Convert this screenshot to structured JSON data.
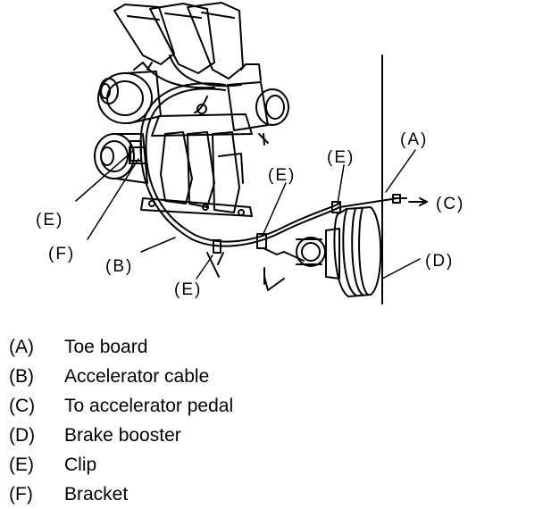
{
  "diagram": {
    "callouts": {
      "A": "(A)",
      "B": "(B)",
      "C": "(C)",
      "D": "(D)",
      "E_left": "(E)",
      "E_center": "(E)",
      "E_bottom": "(E)",
      "E_booster": "(E)",
      "F": "(F)"
    }
  },
  "legend": [
    {
      "key": "(A)",
      "text": "Toe board"
    },
    {
      "key": "(B)",
      "text": "Accelerator cable"
    },
    {
      "key": "(C)",
      "text": "To accelerator pedal"
    },
    {
      "key": "(D)",
      "text": "Brake booster"
    },
    {
      "key": "(E)",
      "text": "Clip"
    },
    {
      "key": "(F)",
      "text": "Bracket"
    }
  ]
}
